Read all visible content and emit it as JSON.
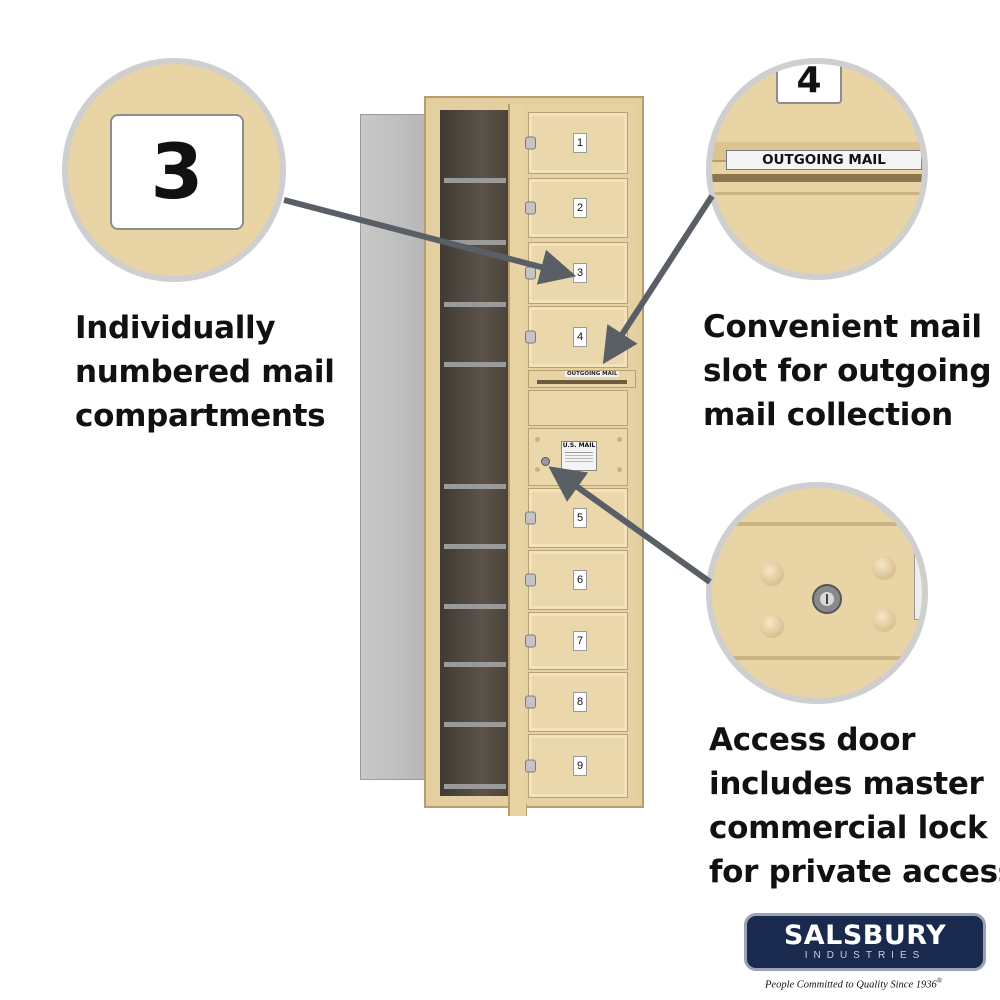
{
  "captions": {
    "left": [
      "Individually",
      "numbered mail",
      "compartments"
    ],
    "right_top": [
      "Convenient mail",
      "slot for outgoing",
      "mail collection"
    ],
    "right_bottom": [
      "Access door",
      "includes master",
      "commercial lock",
      "for private access"
    ]
  },
  "zoom_left": {
    "number": "3"
  },
  "zoom_right_top": {
    "number": "4",
    "slot_label": "OUTGOING MAIL"
  },
  "mailbox": {
    "doors_top": [
      "1",
      "2",
      "3",
      "4"
    ],
    "outgoing_label": "OUTGOING MAIL",
    "access_label": "U.S. MAIL",
    "doors_bottom": [
      "5",
      "6",
      "7",
      "8",
      "9"
    ]
  },
  "brand": {
    "name": "SALSBURY",
    "subtitle": "INDUSTRIES",
    "tagline": "People Committed to Quality Since 1936",
    "registered": "®"
  },
  "colors": {
    "sandstone": "#e8d4a6",
    "arrow": "#5a5f66",
    "logo_navy": "#1a2a4e"
  }
}
